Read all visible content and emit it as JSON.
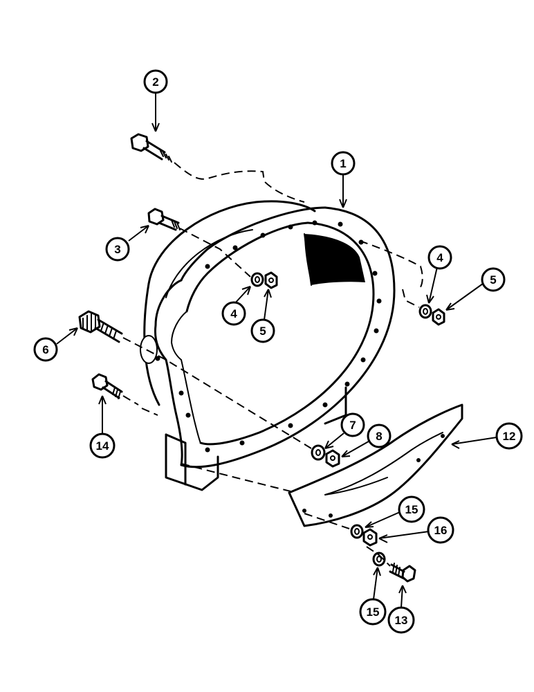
{
  "diagram": {
    "colors": {
      "ink": "#000000",
      "paper": "#ffffff"
    },
    "callouts": [
      {
        "id": "c2",
        "label": "2"
      },
      {
        "id": "c1",
        "label": "1"
      },
      {
        "id": "c3",
        "label": "3"
      },
      {
        "id": "c4a",
        "label": "4"
      },
      {
        "id": "c5a",
        "label": "5"
      },
      {
        "id": "c4b",
        "label": "4"
      },
      {
        "id": "c5b",
        "label": "5"
      },
      {
        "id": "c6",
        "label": "6"
      },
      {
        "id": "c14",
        "label": "14"
      },
      {
        "id": "c7",
        "label": "7"
      },
      {
        "id": "c8",
        "label": "8"
      },
      {
        "id": "c12",
        "label": "12"
      },
      {
        "id": "c15a",
        "label": "15"
      },
      {
        "id": "c16",
        "label": "16"
      },
      {
        "id": "c15b",
        "label": "15"
      },
      {
        "id": "c13",
        "label": "13"
      }
    ]
  }
}
